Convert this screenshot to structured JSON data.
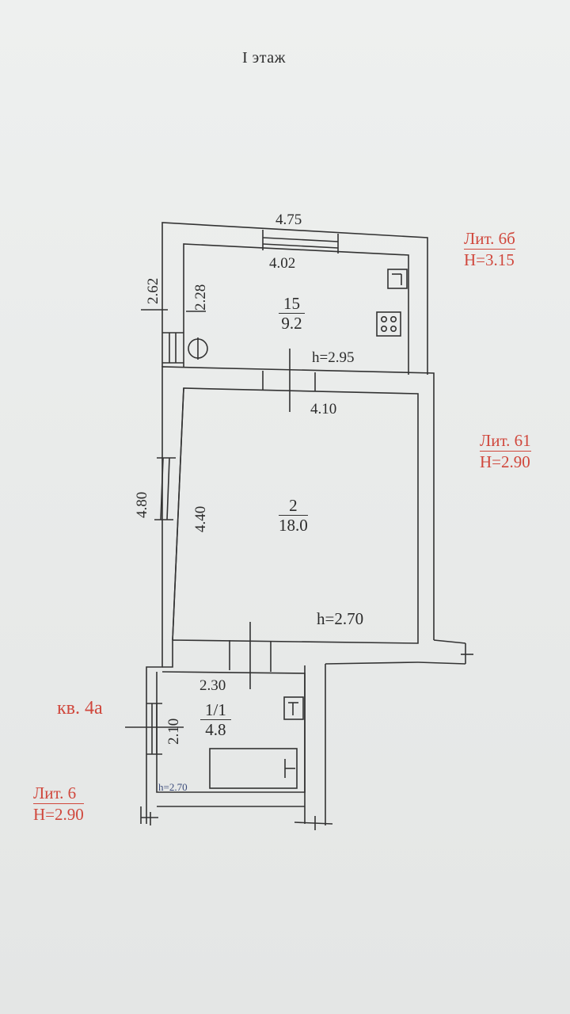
{
  "floor_title": "I этаж",
  "rooms": {
    "kitchen": {
      "number": "15",
      "area": "9.2",
      "height": "h=2.95"
    },
    "living": {
      "number": "2",
      "area": "18.0",
      "height": "h=2.70"
    },
    "bath": {
      "number": "1/1",
      "area": "4.8",
      "height": "h=2.70"
    }
  },
  "dimensions": {
    "top_outer": "4.75",
    "top_inner": "4.02",
    "kitchen_left_outer": "2.62",
    "kitchen_left_inner": "2.28",
    "living_width": "4.10",
    "living_left_outer": "4.80",
    "living_left_inner": "4.40",
    "bath_width": "2.30",
    "bath_depth": "2.10"
  },
  "labels": {
    "lit_6b": {
      "top": "Лит. 6б",
      "bottom": "Н=3.15"
    },
    "lit_6_1": {
      "top": "Лит. 61",
      "bottom": "Н=2.90"
    },
    "lit_6": {
      "top": "Лит. 6",
      "bottom": "Н=2.90"
    },
    "apartment": "кв. 4а"
  }
}
